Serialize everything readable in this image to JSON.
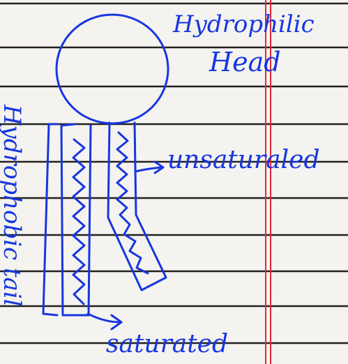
{
  "labels": {
    "head_line1": "Hydrophilic",
    "head_line2": "Head",
    "unsaturated": "unsaturaled",
    "tail": "Hydrophobic tail",
    "saturated": "saturated"
  },
  "colors": {
    "paper": "#f4f3ef",
    "ruled_line": "#23211f",
    "margin_line": "#e0283c",
    "ink": "#1636e0"
  }
}
